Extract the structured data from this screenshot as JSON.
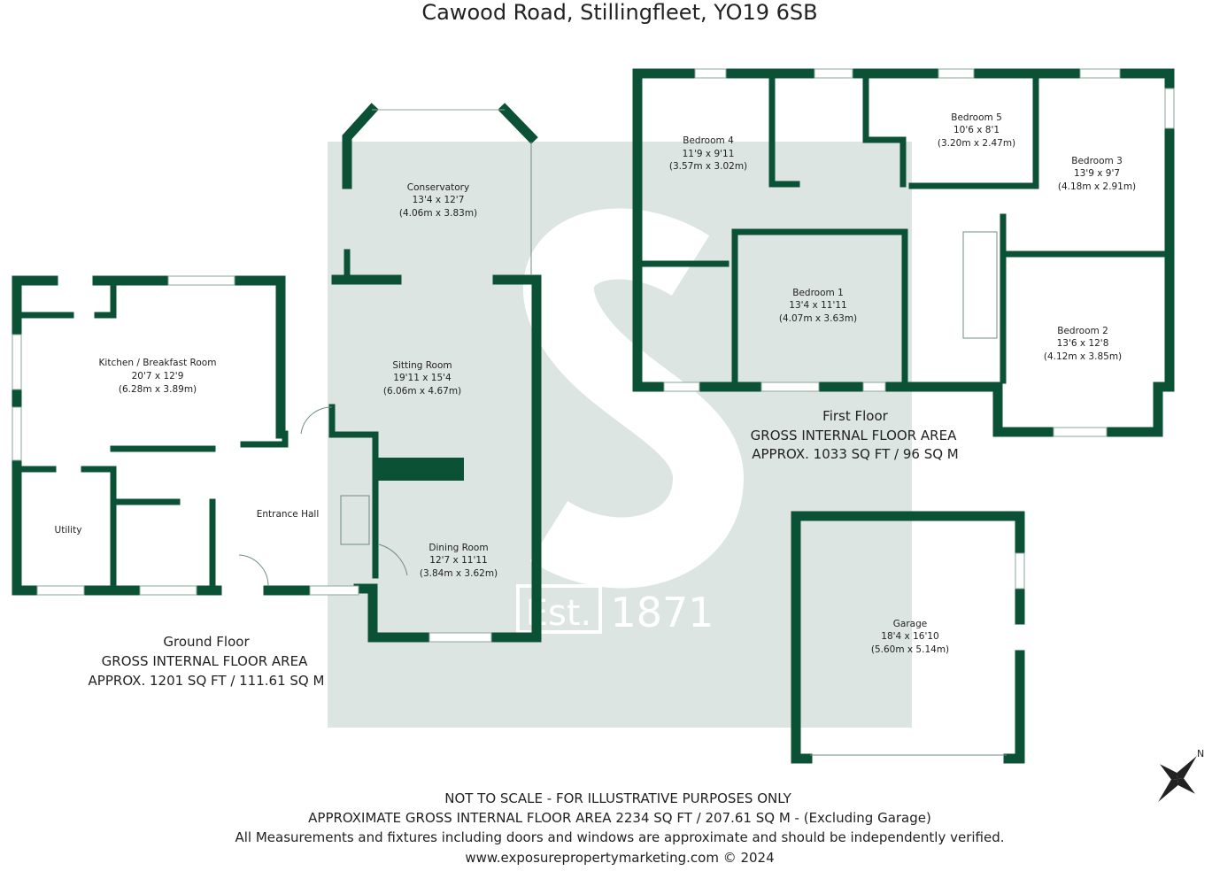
{
  "title": "Cawood Road, Stillingfleet, YO19 6SB",
  "colors": {
    "wall": "#0b5136",
    "watermark": "#dde5e2"
  },
  "watermark": {
    "letter": "S",
    "est": "Est.",
    "year": "1871"
  },
  "ground_floor": {
    "name": "Ground Floor",
    "area_label": "GROSS INTERNAL FLOOR AREA",
    "area": "APPROX. 1201 SQ FT / 111.61 SQ M",
    "rooms": [
      {
        "name": "Conservatory",
        "imperial": "13'4 x 12'7",
        "metric": "(4.06m x 3.83m)"
      },
      {
        "name": "Kitchen / Breakfast Room",
        "imperial": "20'7 x 12'9",
        "metric": "(6.28m x 3.89m)"
      },
      {
        "name": "Sitting Room",
        "imperial": "19'11 x 15'4",
        "metric": "(6.06m x 4.67m)"
      },
      {
        "name": "Dining Room",
        "imperial": "12'7 x 11'11",
        "metric": "(3.84m x 3.62m)"
      },
      {
        "name": "Entrance Hall"
      },
      {
        "name": "Utility"
      }
    ]
  },
  "first_floor": {
    "name": "First Floor",
    "area_label": "GROSS INTERNAL FLOOR AREA",
    "area": "APPROX. 1033 SQ FT / 96 SQ M",
    "rooms": [
      {
        "name": "Bedroom 4",
        "imperial": "11'9 x 9'11",
        "metric": "(3.57m x 3.02m)"
      },
      {
        "name": "Bedroom 5",
        "imperial": "10'6 x 8'1",
        "metric": "(3.20m x 2.47m)"
      },
      {
        "name": "Bedroom 3",
        "imperial": "13'9 x 9'7",
        "metric": "(4.18m x 2.91m)"
      },
      {
        "name": "Bedroom 1",
        "imperial": "13'4 x 11'11",
        "metric": "(4.07m x 3.63m)"
      },
      {
        "name": "Bedroom 2",
        "imperial": "13'6 x 12'8",
        "metric": "(4.12m x 3.85m)"
      }
    ]
  },
  "garage": {
    "name": "Garage",
    "imperial": "18'4 x 16'10",
    "metric": "(5.60m x 5.14m)"
  },
  "footer": {
    "line1": "NOT TO SCALE - FOR ILLUSTRATIVE PURPOSES ONLY",
    "line2": "APPROXIMATE GROSS INTERNAL FLOOR AREA 2234 SQ FT / 207.61 SQ M - (Excluding Garage)",
    "line3": "All Measurements and fixtures including doors and windows are approximate and should be independently verified.",
    "line4": "www.exposurepropertymarketing.com © 2024"
  },
  "compass": {
    "label": "N",
    "icon": "compass-rose-icon"
  }
}
